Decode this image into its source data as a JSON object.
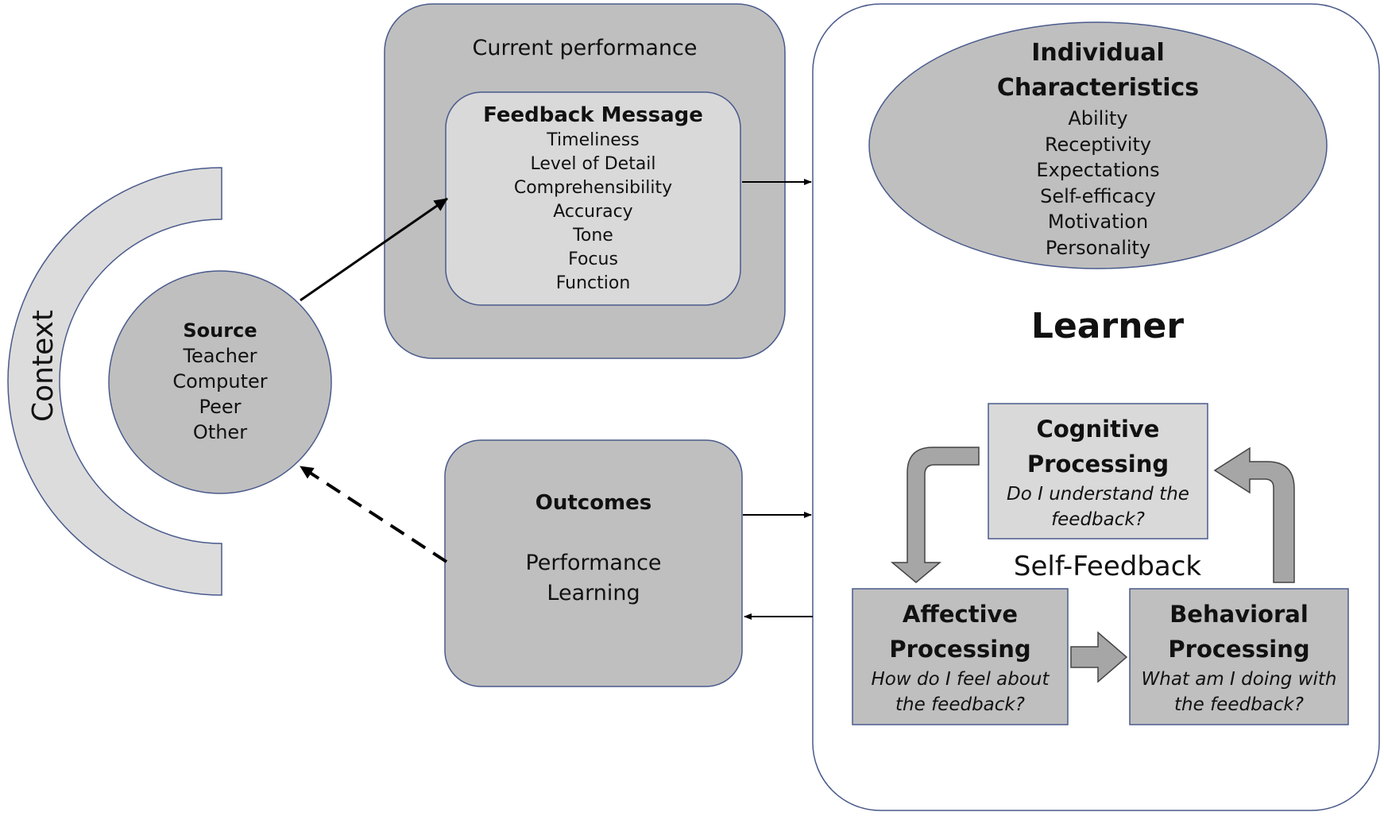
{
  "context": {
    "label": "Context"
  },
  "source": {
    "title": "Source",
    "items": [
      "Teacher",
      "Computer",
      "Peer",
      "Other"
    ]
  },
  "current_performance": {
    "label": "Current performance"
  },
  "feedback_message": {
    "title": "Feedback Message",
    "items": [
      "Timeliness",
      "Level of Detail",
      "Comprehensibility",
      "Accuracy",
      "Tone",
      "Focus",
      "Function"
    ]
  },
  "outcomes": {
    "title": "Outcomes",
    "items": [
      "Performance",
      "Learning"
    ]
  },
  "learner": {
    "title": "Learner",
    "individual_characteristics": {
      "title_lines": [
        "Individual",
        "Characteristics"
      ],
      "items": [
        "Ability",
        "Receptivity",
        "Expectations",
        "Self-efficacy",
        "Motivation",
        "Personality"
      ]
    },
    "self_feedback": "Self-Feedback",
    "cognitive": {
      "title_lines": [
        "Cognitive",
        "Processing"
      ],
      "question_lines": [
        "Do I understand the",
        "feedback?"
      ]
    },
    "affective": {
      "title_lines": [
        "Affective",
        "Processing"
      ],
      "question_lines": [
        "How do I feel about",
        "the feedback?"
      ]
    },
    "behavioral": {
      "title_lines": [
        "Behavioral",
        "Processing"
      ],
      "question_lines": [
        "What am I doing with",
        "the feedback?"
      ]
    }
  },
  "colors": {
    "dark_fill": "#bfbfbf",
    "light_fill": "#d9d9d9",
    "context_fill": "#dcdcdc",
    "border": "#4a5a8c",
    "arrow_fill": "#a6a6a6"
  }
}
